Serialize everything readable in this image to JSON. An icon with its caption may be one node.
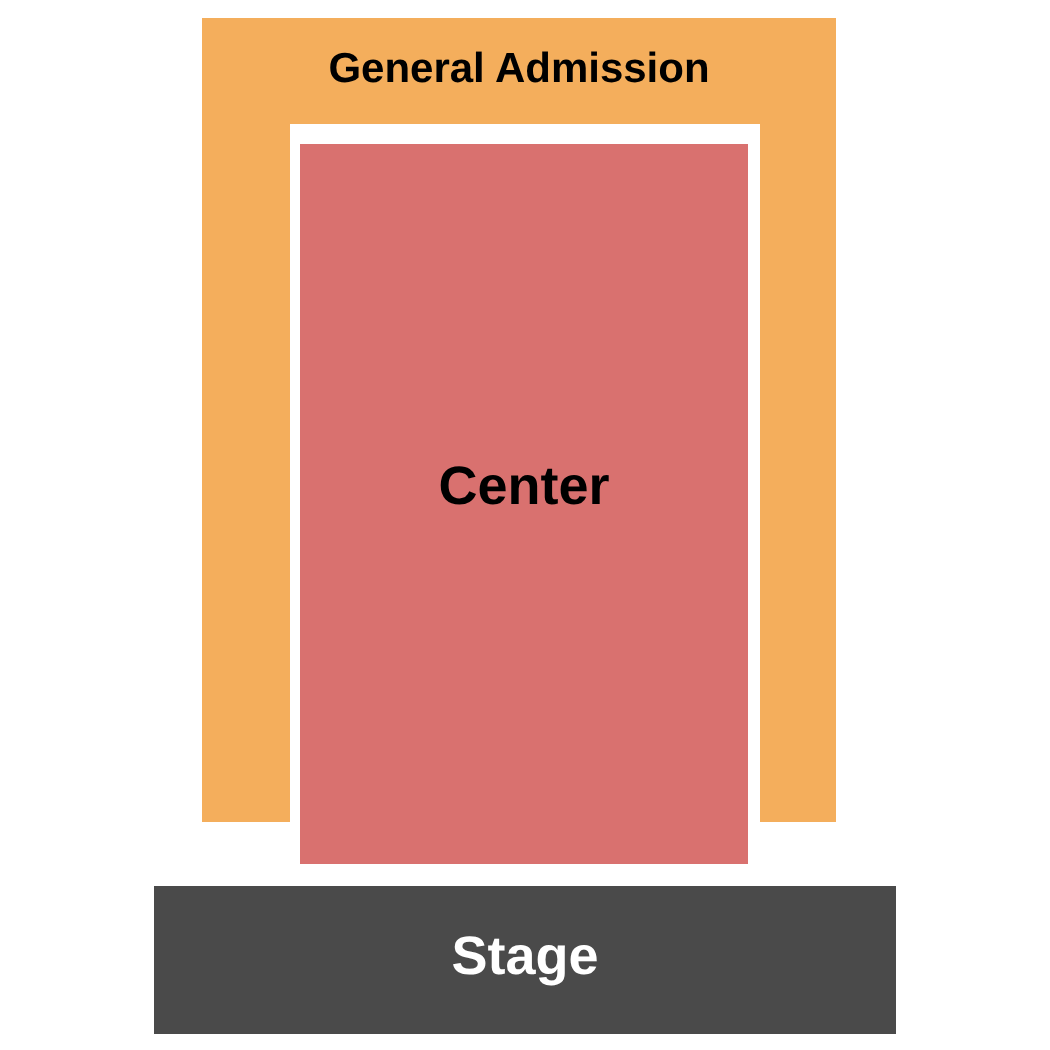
{
  "diagram": {
    "nodes": [
      {
        "text": [
          "General Admission"
        ]
      },
      {
        "text": [
          "Center"
        ]
      },
      {
        "text": [
          "Stage"
        ]
      }
    ],
    "edges": []
  }
}
